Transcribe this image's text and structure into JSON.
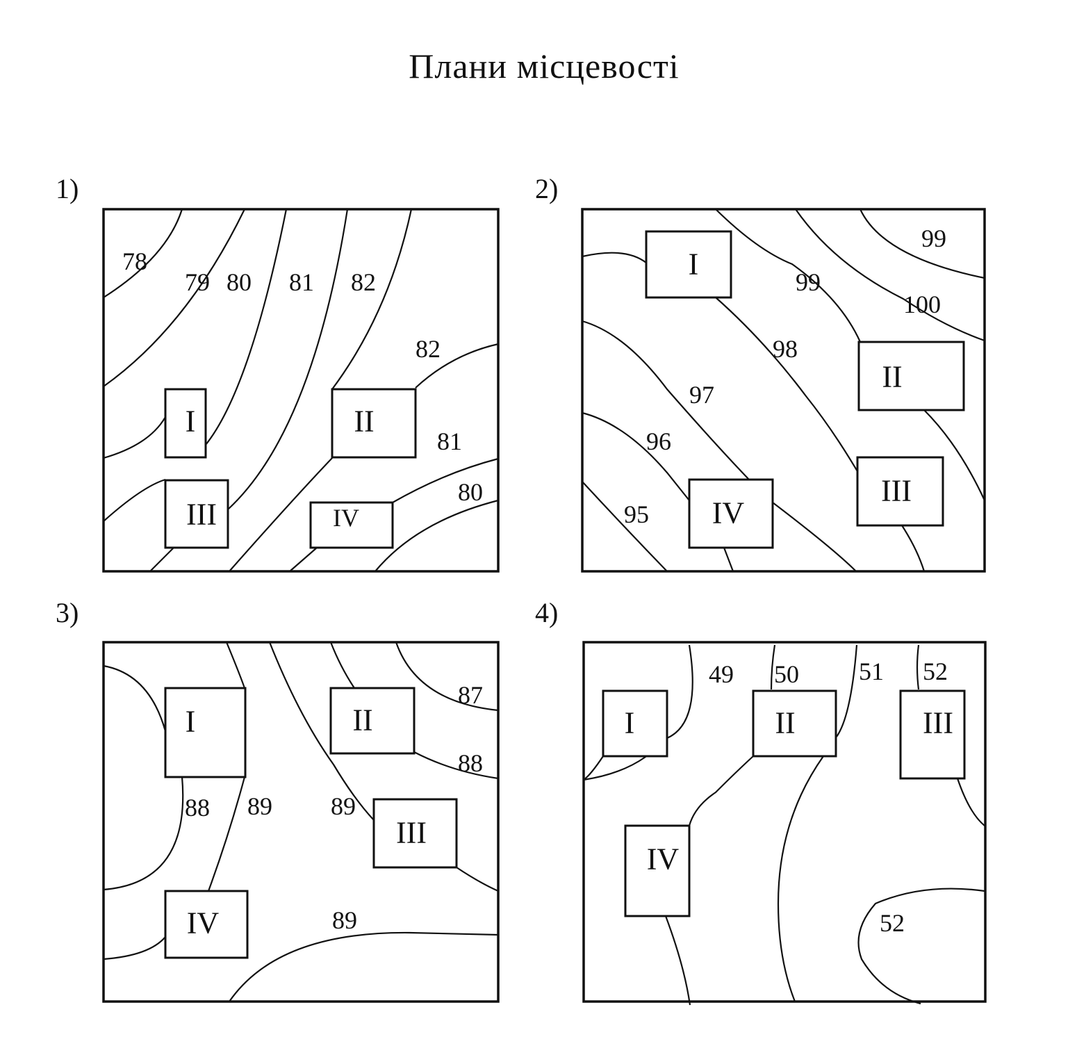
{
  "title": "Плани місцевості",
  "plans": [
    {
      "number": "1)",
      "contour_labels": [
        "78",
        "79",
        "80",
        "81",
        "82",
        "82",
        "81",
        "80"
      ],
      "buildings": [
        "I",
        "II",
        "III",
        "IV"
      ]
    },
    {
      "number": "2)",
      "contour_labels": [
        "99",
        "99",
        "100",
        "98",
        "97",
        "96",
        "95"
      ],
      "buildings": [
        "I",
        "II",
        "III",
        "IV"
      ]
    },
    {
      "number": "3)",
      "contour_labels": [
        "87",
        "88",
        "88",
        "89",
        "89",
        "89"
      ],
      "buildings": [
        "I",
        "II",
        "III",
        "IV"
      ]
    },
    {
      "number": "4)",
      "contour_labels": [
        "49",
        "50",
        "51",
        "52",
        "52"
      ],
      "buildings": [
        "I",
        "II",
        "III",
        "IV"
      ]
    }
  ]
}
